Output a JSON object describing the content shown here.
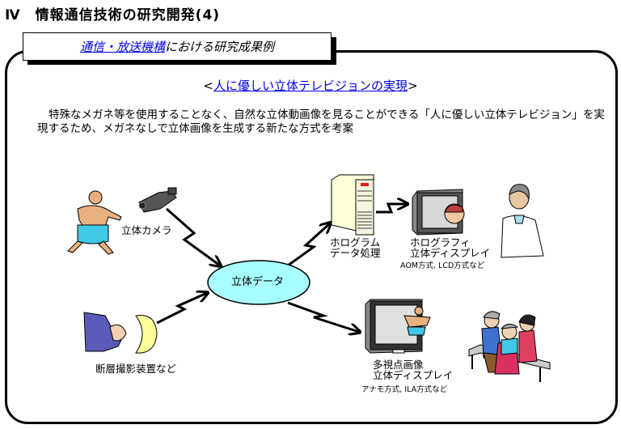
{
  "header": {
    "title": "Ⅳ　情報通信技術の研究開発(4)"
  },
  "banner": {
    "link_text": "通信・放送機構",
    "rest_text": "における研究成果例"
  },
  "subtitle": {
    "open": "<",
    "link_text": "人に優しい立体テレビジョンの実現",
    "close": ">"
  },
  "description": "特殊なメガネ等を使用することなく、自然な立体動画像を見ることができる「人に優しい立体テレビジョン」を実現するため、メガネなしで立体画像を生成する新たな方式を考案",
  "diagram": {
    "center_node": "立体データ",
    "inputs": [
      {
        "label": "立体カメラ",
        "icon": "video-camera-icon"
      },
      {
        "label": "断層撮影装置など",
        "icon": "ct-scanner-icon"
      }
    ],
    "holography": {
      "processor_label_line1": "ホログラム",
      "processor_label_line2": "データ処理",
      "display_label_line1": "ホログラフィ",
      "display_label_line2": "立体ディスプレイ",
      "display_methods": "AOM方式, LCD方式など"
    },
    "multiview": {
      "display_label_line1": "多視点画像",
      "display_label_line2": "立体ディスプレイ",
      "display_methods": "アナモ方式, ILA方式など"
    },
    "colors": {
      "ellipse_fill": "#a8ffff",
      "link": "#0000ee",
      "scanner_ring": "#ffff99"
    }
  }
}
